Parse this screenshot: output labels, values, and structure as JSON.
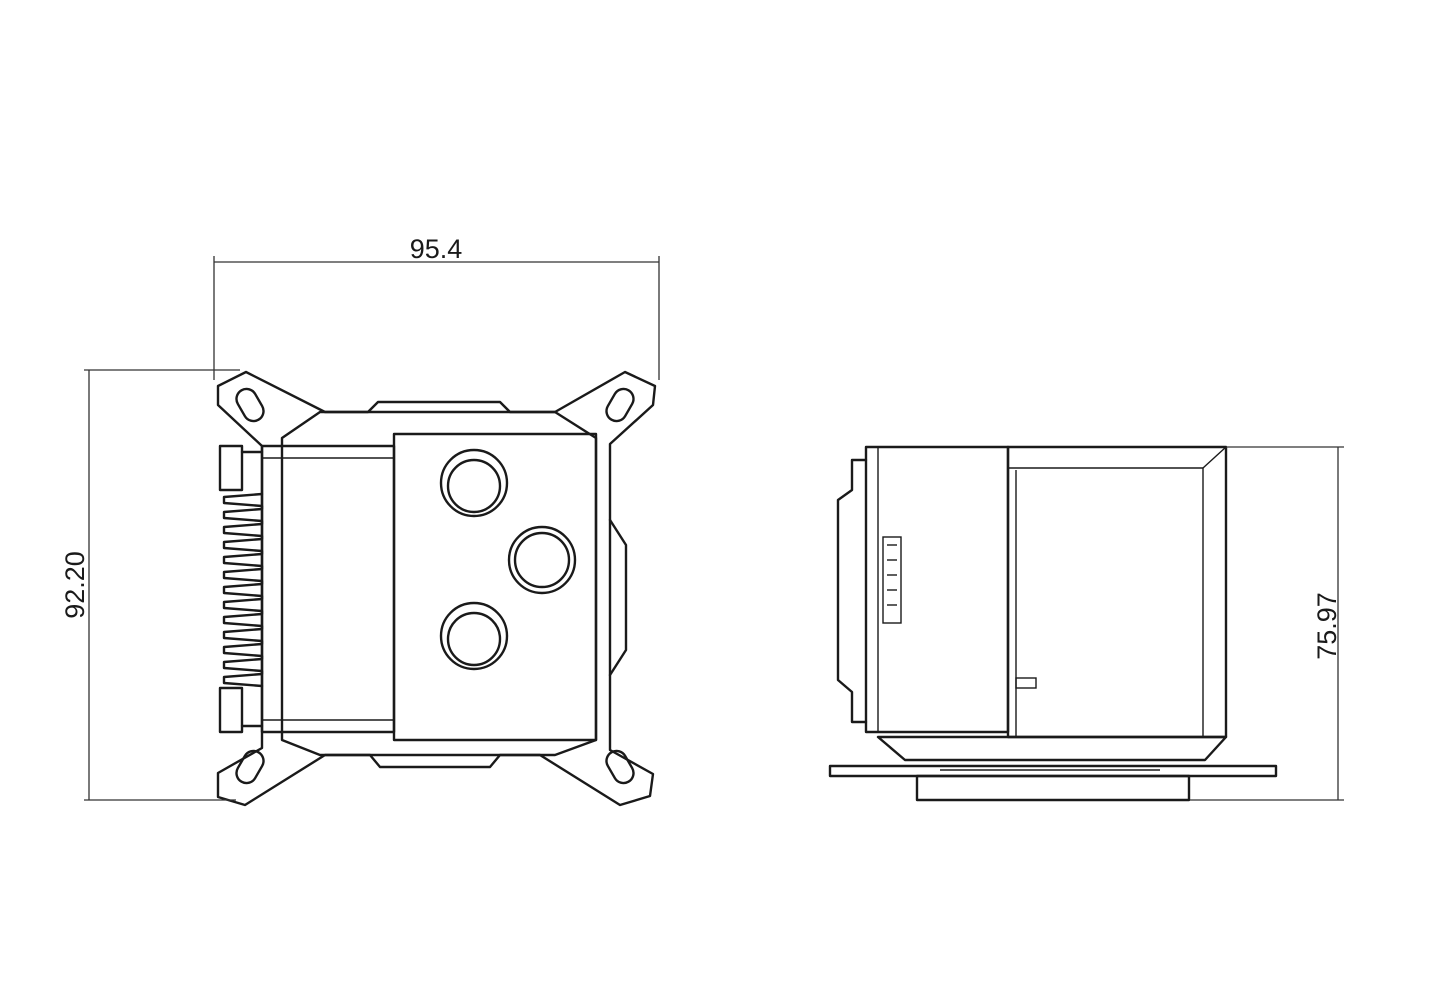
{
  "dimensions": {
    "top_width": "95.4",
    "left_height": "92.20",
    "right_height": "75.97"
  },
  "colors": {
    "line": "#1a1a1a",
    "background": "#ffffff"
  }
}
